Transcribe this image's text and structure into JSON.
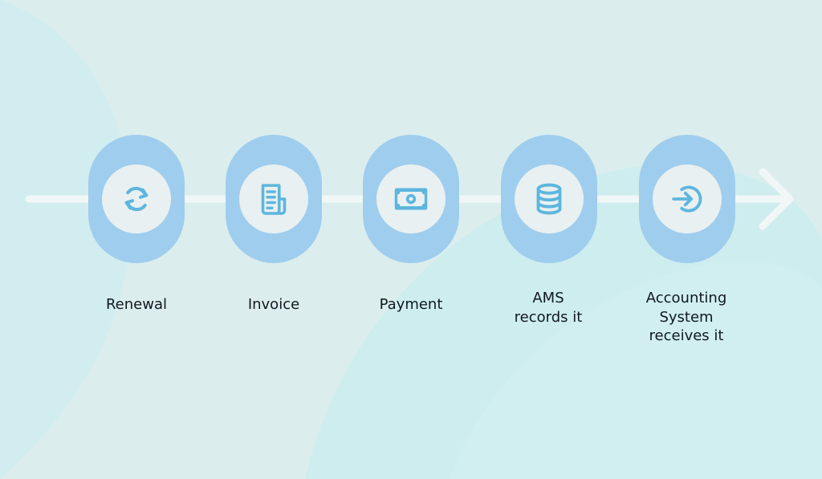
{
  "colors": {
    "background": "#d9eeee",
    "oval": "#9fcdee",
    "icon_disc": "#e8f0f1",
    "icon_stroke": "#5db6de",
    "arrow": "#f1f6f6",
    "label_text": "#101820"
  },
  "steps": [
    {
      "icon": "refresh-icon",
      "label_lines": [
        "Renewal"
      ]
    },
    {
      "icon": "invoice-icon",
      "label_lines": [
        "Invoice"
      ]
    },
    {
      "icon": "payment-icon",
      "label_lines": [
        "Payment"
      ]
    },
    {
      "icon": "database-icon",
      "label_lines": [
        "AMS",
        "records it"
      ]
    },
    {
      "icon": "login-arrow-icon",
      "label_lines": [
        "Accounting",
        "System",
        "receives it"
      ]
    }
  ]
}
